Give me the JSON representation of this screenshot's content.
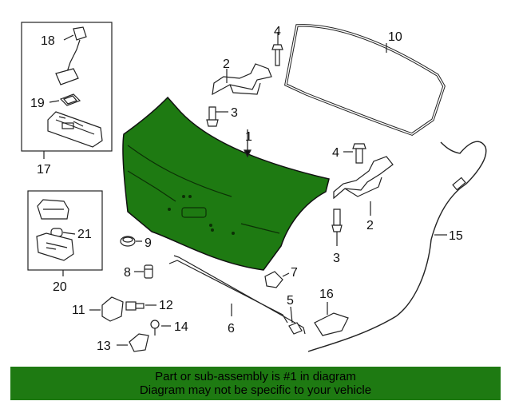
{
  "diagram": {
    "callouts": {
      "c1": "1",
      "c2a": "2",
      "c2b": "2",
      "c3a": "3",
      "c3b": "3",
      "c4a": "4",
      "c4b": "4",
      "c5": "5",
      "c6": "6",
      "c7": "7",
      "c8": "8",
      "c9": "9",
      "c10": "10",
      "c11": "11",
      "c12": "12",
      "c13": "13",
      "c14": "14",
      "c15": "15",
      "c16": "16",
      "c17": "17",
      "c18": "18",
      "c19": "19",
      "c20": "20",
      "c21": "21"
    },
    "colors": {
      "highlight": "#1e7a12",
      "line": "#222222",
      "parts": "#ffffff"
    }
  },
  "banner": {
    "line1": "Part or sub-assembly is #1 in diagram",
    "line2": "Diagram may not be specific to your vehicle"
  }
}
